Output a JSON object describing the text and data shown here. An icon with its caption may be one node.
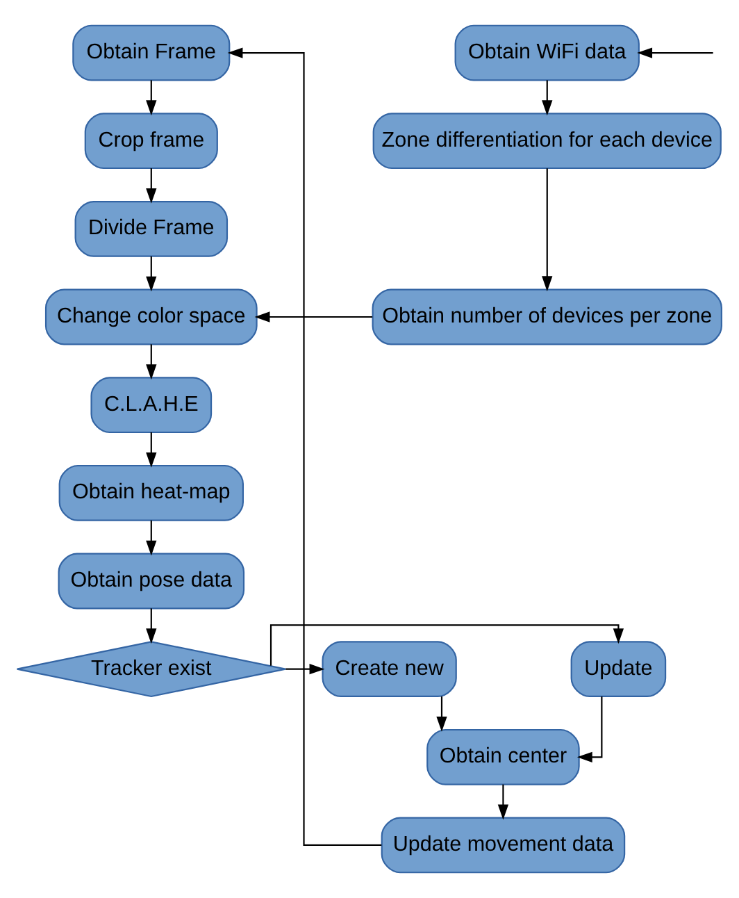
{
  "diagram": {
    "nodes": [
      {
        "text": [
          "Obtain Frame"
        ]
      },
      {
        "text": [
          "Obtain WiFi data"
        ]
      },
      {
        "text": [
          "Crop frame"
        ]
      },
      {
        "text": [
          "Zone differentiation for each device"
        ]
      },
      {
        "text": [
          "Divide Frame"
        ]
      },
      {
        "text": [
          "Change color space"
        ]
      },
      {
        "text": [
          "Obtain number of devices per zone"
        ]
      },
      {
        "text": [
          "C.L.A.H.E"
        ]
      },
      {
        "text": [
          "Obtain heat-map"
        ]
      },
      {
        "text": [
          "Obtain pose data"
        ]
      },
      {
        "text": [
          "Update"
        ]
      },
      {
        "text": [
          "Tracker exist"
        ]
      },
      {
        "text": [
          "Create new"
        ]
      },
      {
        "text": [
          "Obtain center"
        ]
      },
      {
        "text": [
          "Update movement data"
        ]
      }
    ],
    "edges": [
      {
        "from": 0,
        "to": 2,
        "arrow": "to"
      },
      {
        "from": 2,
        "to": 4,
        "arrow": "to"
      },
      {
        "from": 4,
        "to": 5,
        "arrow": "to"
      },
      {
        "from": 5,
        "to": 7,
        "arrow": "to"
      },
      {
        "from": 7,
        "to": 8,
        "arrow": "to"
      },
      {
        "from": 8,
        "to": 9,
        "arrow": "to"
      },
      {
        "from": 9,
        "to": 11,
        "arrow": "to"
      },
      {
        "from": 11,
        "to": 10,
        "arrow": "to"
      },
      {
        "from": 11,
        "to": 12,
        "arrow": "to"
      },
      {
        "from": 10,
        "to": 13,
        "arrow": "to"
      },
      {
        "from": 12,
        "to": 13,
        "arrow": "to"
      },
      {
        "from": 13,
        "to": 14,
        "arrow": "to"
      },
      {
        "from": 14,
        "to": 0,
        "arrow": "to"
      },
      {
        "from": null,
        "to": 1,
        "arrow": "to"
      },
      {
        "from": 1,
        "to": 3,
        "arrow": "to"
      },
      {
        "from": 3,
        "to": 6,
        "arrow": "to"
      },
      {
        "from": 6,
        "to": 5,
        "arrow": "to"
      }
    ]
  }
}
